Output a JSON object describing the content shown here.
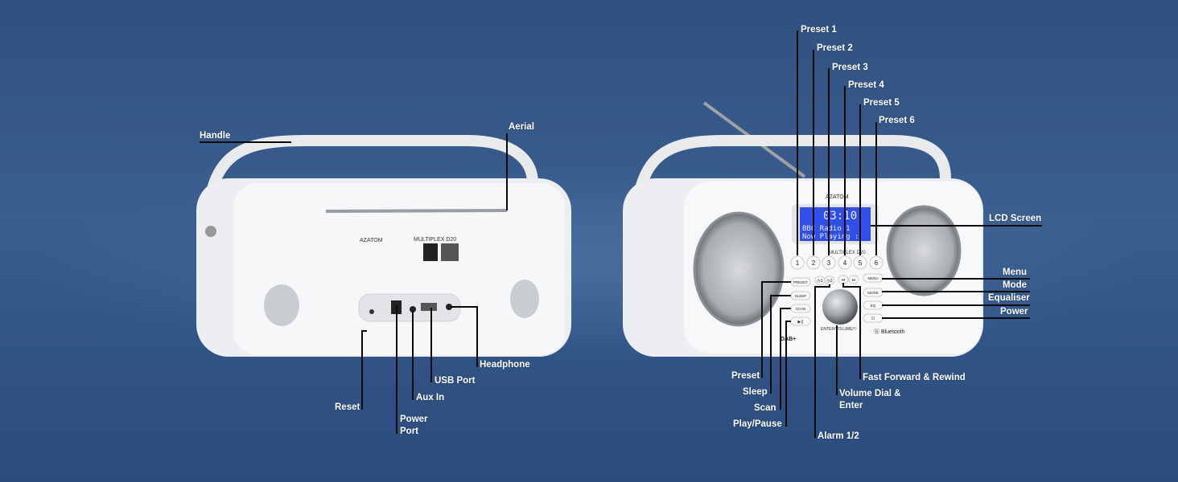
{
  "brand": "AZATOM",
  "model": "MULTIPLEX D20",
  "display": {
    "time": "03:10",
    "line1": "BBC Radio 1",
    "line2": "Now Playing :"
  },
  "buttons": {
    "presets": [
      "1",
      "2",
      "3",
      "4",
      "5",
      "6"
    ],
    "preset": "PRESET",
    "sleep": "SLEEP",
    "scan": "SCAN",
    "menu": "MENU",
    "mode": "MODE",
    "eq": "EQ",
    "dial": "ENTER/VOLUME/▽",
    "bluetooth": "Bluetooth",
    "dab": "DAB+"
  },
  "back_labels": {
    "handle": "Handle",
    "aerial": "Aerial",
    "reset": "Reset",
    "power_port": "Power\nPort",
    "aux_in": "Aux In",
    "usb_port": "USB Port",
    "headphone": "Headphone"
  },
  "front_labels": {
    "presets": [
      "Preset 1",
      "Preset 2",
      "Preset 3",
      "Preset 4",
      "Preset 5",
      "Preset 6"
    ],
    "lcd": "LCD Screen",
    "menu": "Menu",
    "mode": "Mode",
    "equaliser": "Equaliser",
    "power": "Power",
    "preset": "Preset",
    "sleep": "Sleep",
    "scan": "Scan",
    "play_pause": "Play/Pause",
    "ff_rewind": "Fast Forward & Rewind",
    "volume": "Volume Dial &\nEnter",
    "alarm": "Alarm 1/2"
  },
  "colors": {
    "lcd": "#2f4fe8",
    "body": "#f2f3f5",
    "leader": "#0a0a0a"
  }
}
